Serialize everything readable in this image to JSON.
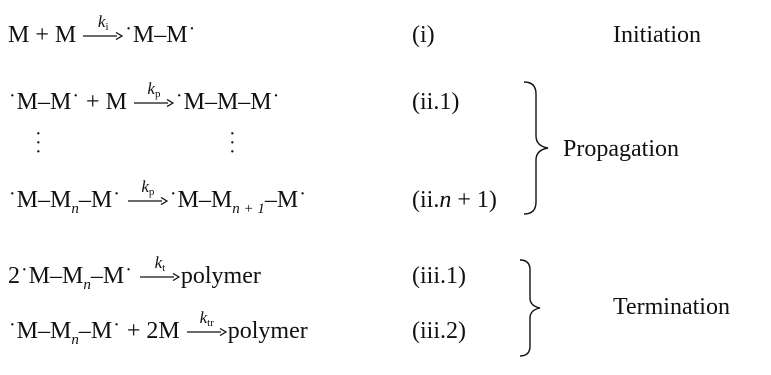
{
  "reactions": {
    "initiation": {
      "eq_label": "(i)",
      "stage": "Initiation",
      "rate": "k",
      "rate_sub": "i"
    },
    "propagation": {
      "eq1_label": "(ii.1)",
      "eq2_label_prefix": "(ii.",
      "eq2_label_n": "n",
      "eq2_label_suffix": " + 1)",
      "stage": "Propagation",
      "rate": "k",
      "rate_sub": "p"
    },
    "termination": {
      "eq1_label": "(iii.1)",
      "eq2_label": "(iii.2)",
      "stage": "Termination",
      "rate1": "k",
      "rate1_sub": "t",
      "rate2": "k",
      "rate2_sub": "tr",
      "product": "polymer"
    }
  },
  "symbols": {
    "monomer": "M",
    "n": "n",
    "n_plus_1": "n + 1",
    "two": "2"
  }
}
